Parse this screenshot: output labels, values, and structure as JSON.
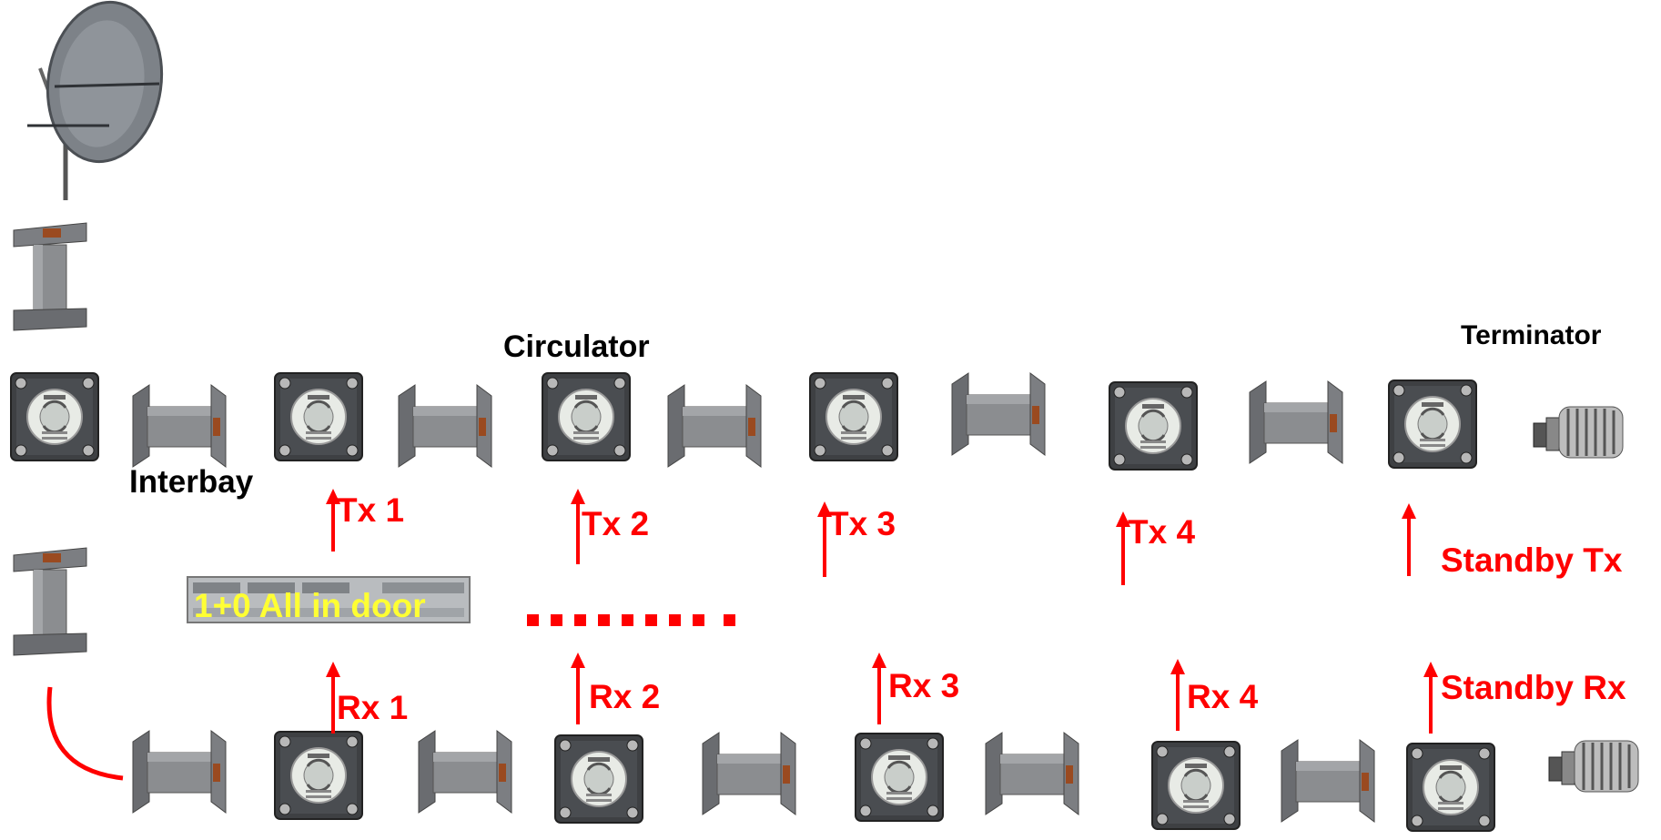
{
  "labels": {
    "circulator": "Circulator",
    "terminator": "Terminator",
    "interbay": "Interbay",
    "indoor_unit": "1+0 All in door"
  },
  "tx": [
    "Tx 1",
    "Tx 2",
    "Tx 3",
    "Tx 4",
    "Standby Tx"
  ],
  "rx": [
    "Rx 1",
    "Rx 2",
    "Rx 3",
    "Rx 4",
    "Standby Rx"
  ],
  "colors": {
    "arrow": "#ff0000",
    "label_red": "#ff0000",
    "banner_text": "#ffff33"
  }
}
